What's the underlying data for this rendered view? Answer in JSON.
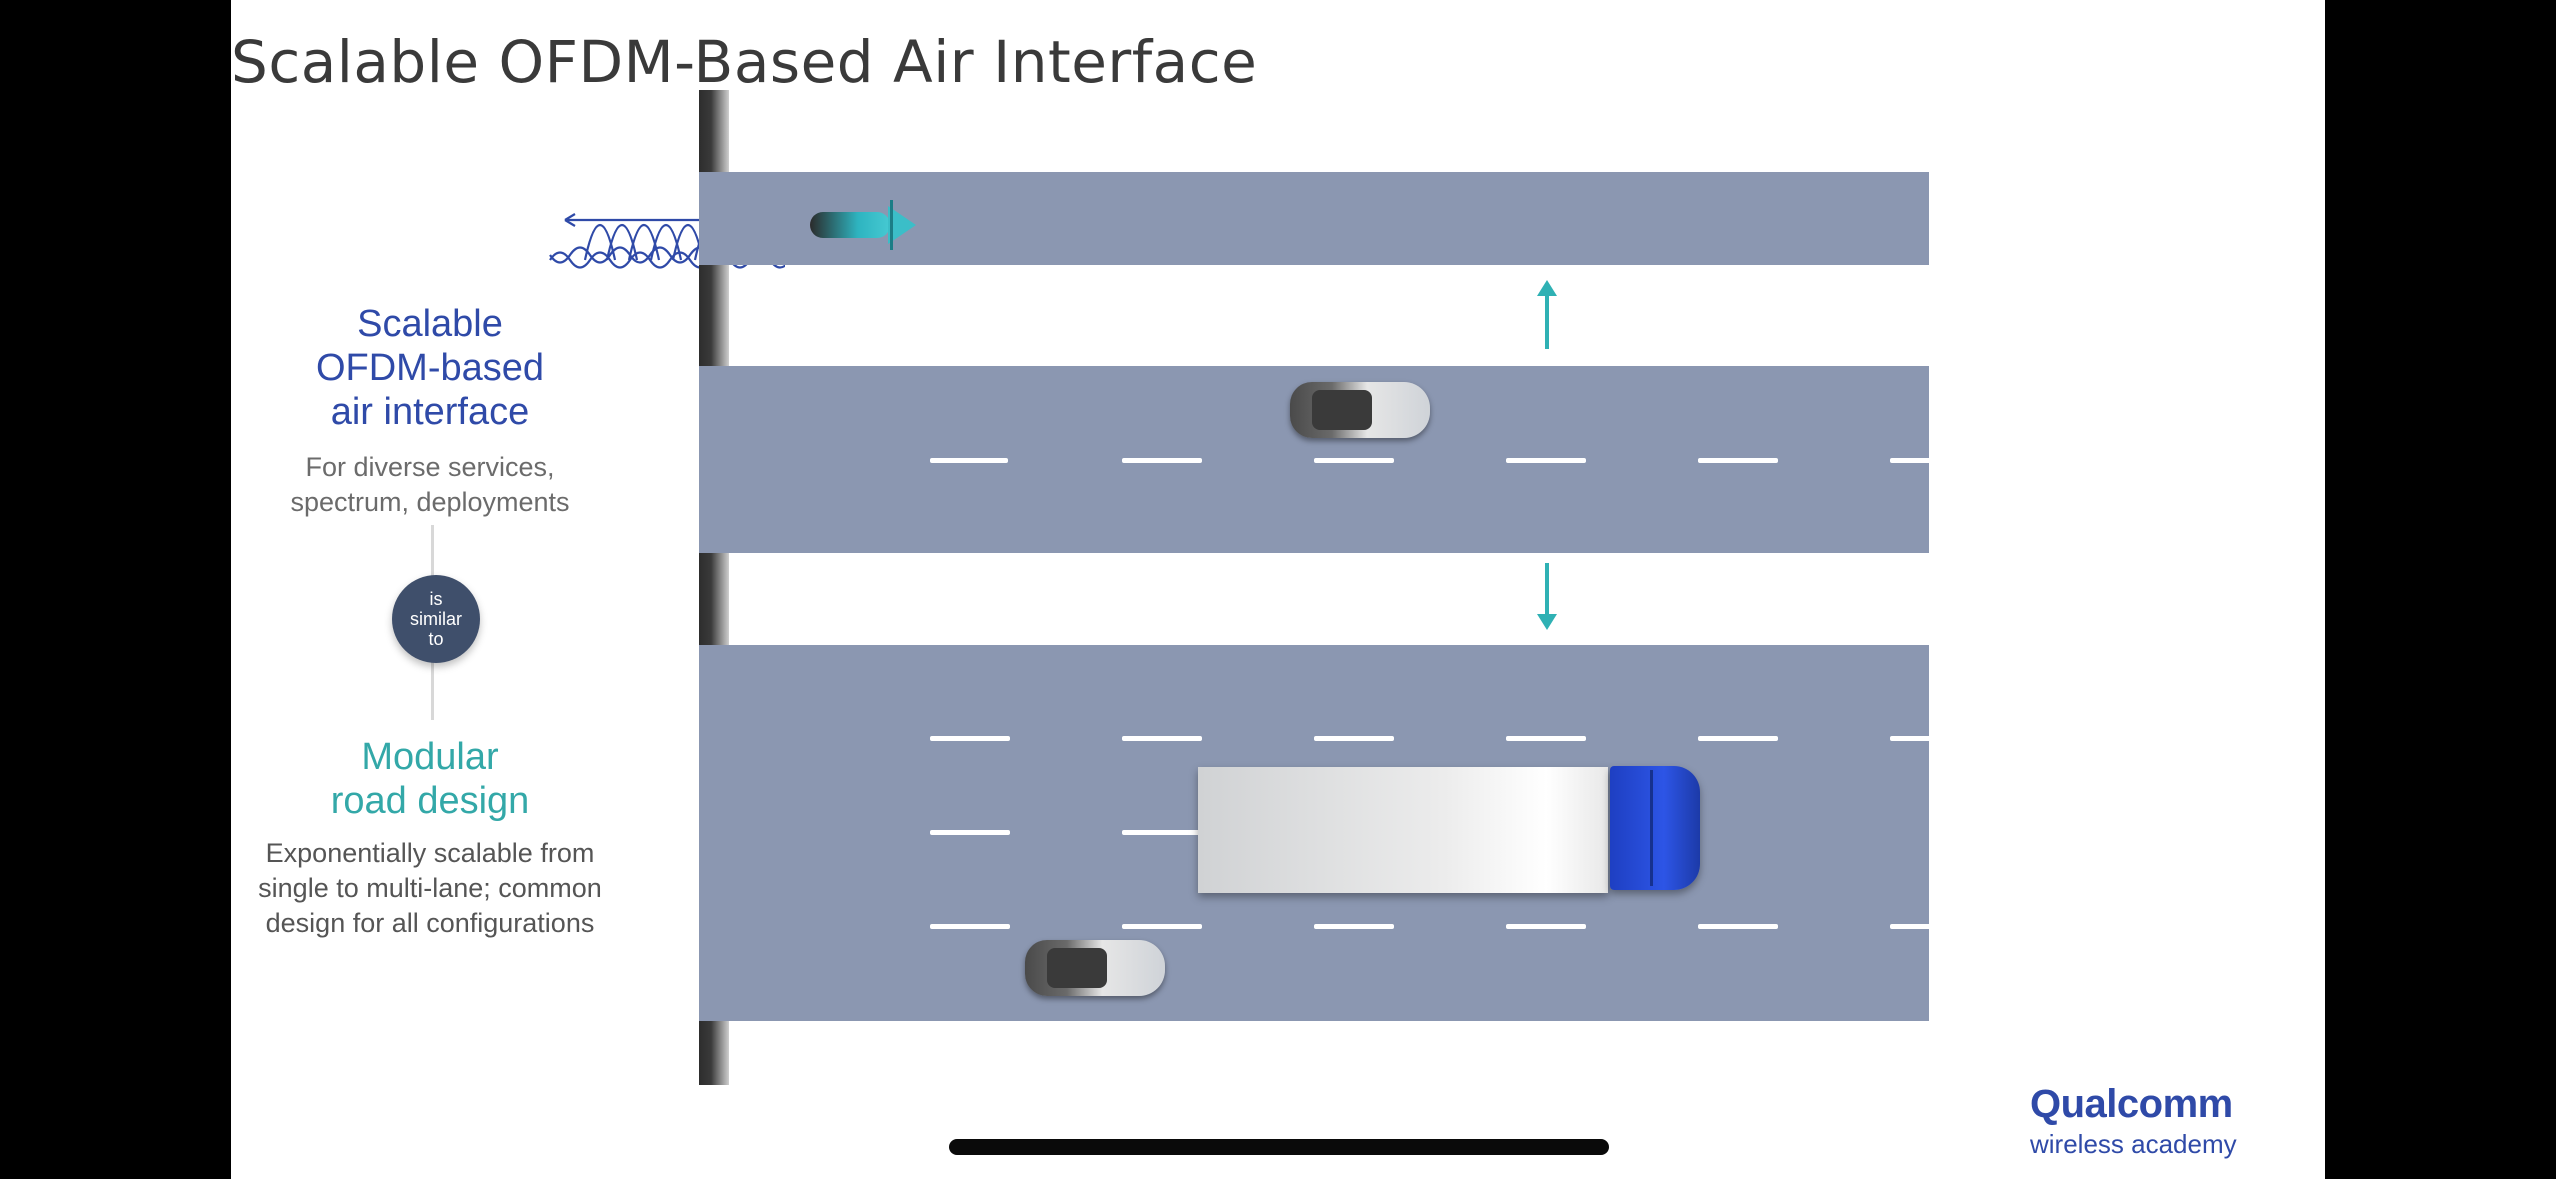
{
  "slide": {
    "title": "Scalable OFDM-Based Air Interface"
  },
  "left_panel": {
    "heading_1": [
      "Scalable",
      "OFDM-based",
      "air interface"
    ],
    "subtext_1": [
      "For diverse services,",
      "spectrum, deployments"
    ],
    "connector_label": [
      "is",
      "similar",
      "to"
    ],
    "heading_2": [
      "Modular",
      "road design"
    ],
    "subtext_2": [
      "Exponentially scalable from",
      "single to multi-lane; common",
      "design for all configurations"
    ]
  },
  "logo": {
    "brand": "Qualcomm",
    "tagline": "wireless academy"
  },
  "colors": {
    "heading_blue": "#2f4aa8",
    "heading_teal": "#33a8a8",
    "road": "#8b97b1",
    "arrow": "#2fb1b4",
    "truck_cab": "#2d55e6"
  },
  "icons": {
    "ofdm_waveform": "ofdm-subcarrier-waveform-icon"
  }
}
